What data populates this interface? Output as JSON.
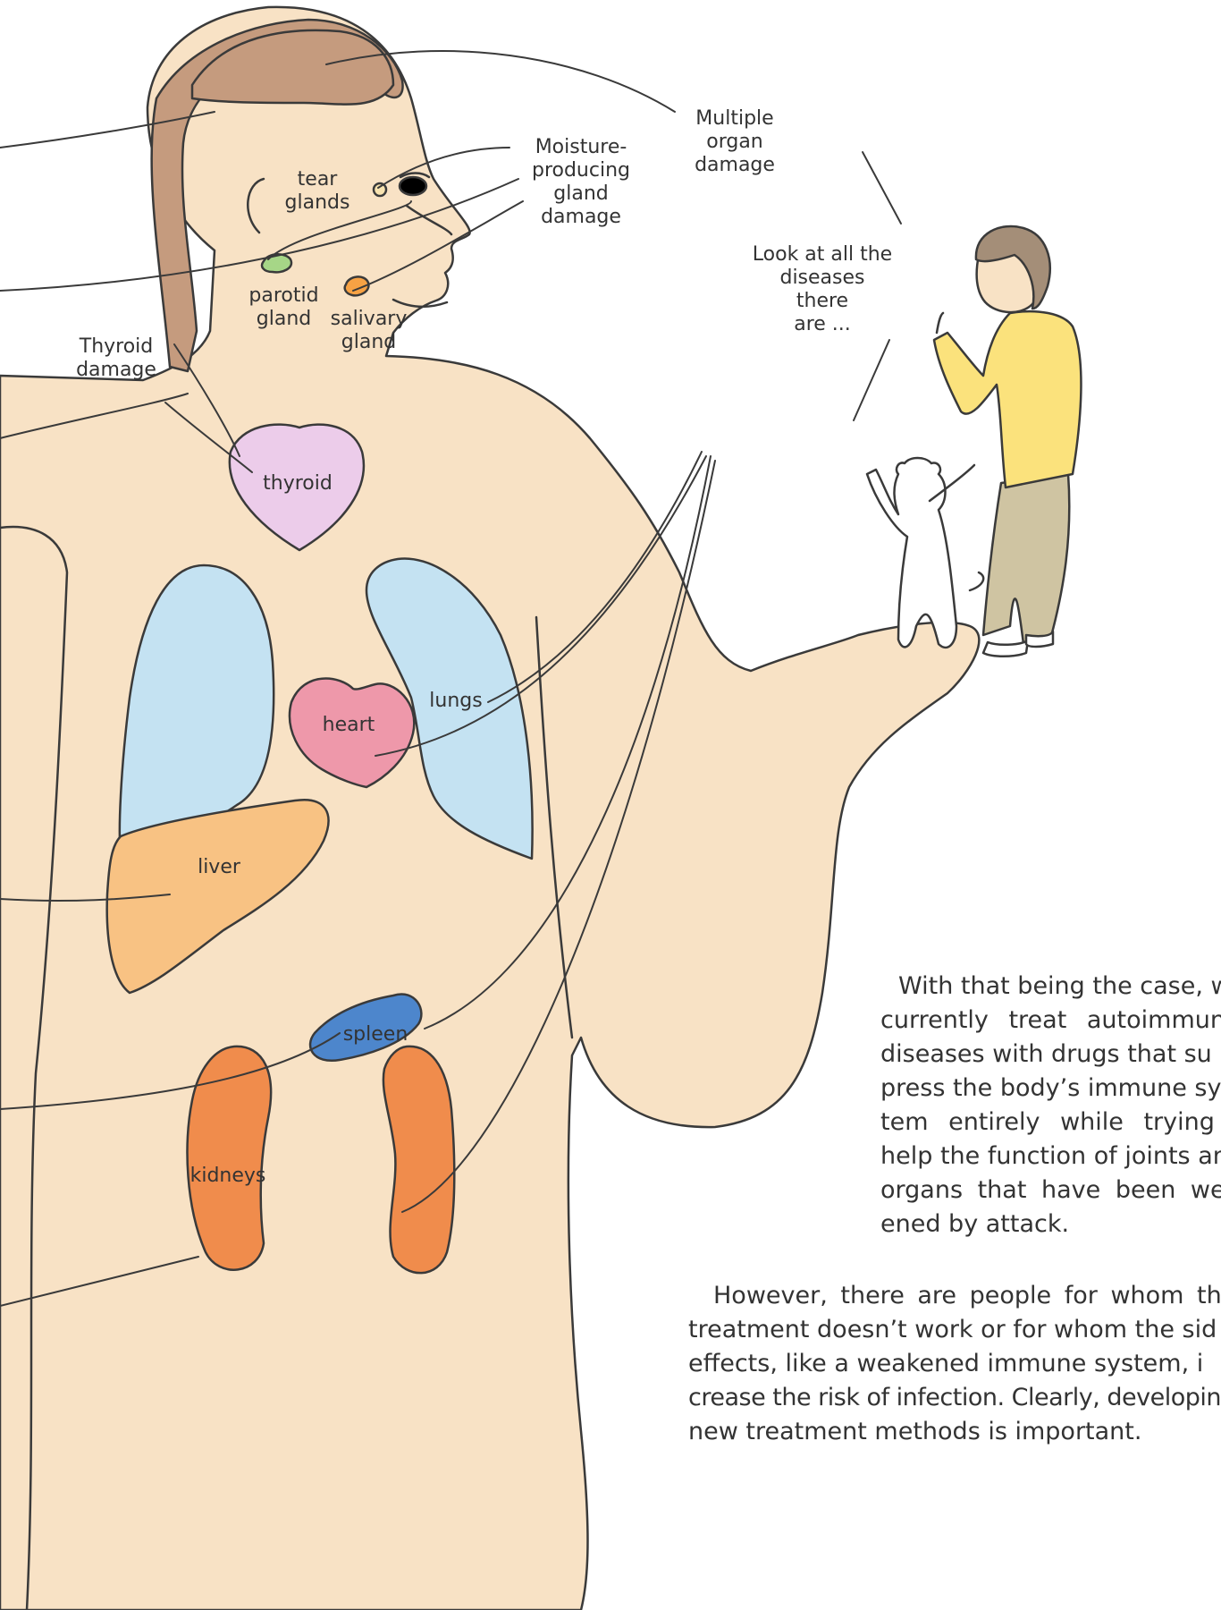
{
  "labels": {
    "multiple_organ_damage": "Multiple\norgan\ndamage",
    "gland_damage": "Moisture-\nproducing\ngland\ndamage",
    "tear_glands": "tear\nglands",
    "parotid_gland": "parotid\ngland",
    "salivary_gland": "salivary\ngland",
    "thyroid_damage": "Thyroid\ndamage",
    "thyroid": "thyroid",
    "lungs": "lungs",
    "heart": "heart",
    "liver": "liver",
    "spleen": "spleen",
    "kidneys": "kidneys"
  },
  "speech": "Look at all the\ndiseases there\nare ...",
  "paragraph1": [
    "With that being the case, w",
    "currently treat autoimmun",
    "diseases with drugs that su",
    "press the body’s immune sy",
    "tem entirely while trying",
    "help the function of joints an",
    "organs that have been wea",
    "ened by attack."
  ],
  "paragraph2": [
    "However, there are people for whom th",
    "treatment doesn’t work or for whom the sid",
    "effects, like a weakened immune system, i",
    "crease the risk of infection. Clearly, developin",
    "new treatment methods is important."
  ],
  "colors": {
    "skin": "#f8e2c5",
    "skin_outline": "#3a3a3a",
    "hair_strip": "#c59b7e",
    "brain": "#c59b7e",
    "thyroid": "#ecccea",
    "lungs": "#c4e2f2",
    "heart": "#ee98aa",
    "liver": "#f8c283",
    "spleen": "#4d86cc",
    "kidneys": "#f08c4c",
    "parotid": "#a6d687",
    "salivary": "#f7a244",
    "sweater": "#fbe27c",
    "pants": "#cfc4a2",
    "boy_hair": "#a48e78",
    "cat": "#ffffff"
  }
}
